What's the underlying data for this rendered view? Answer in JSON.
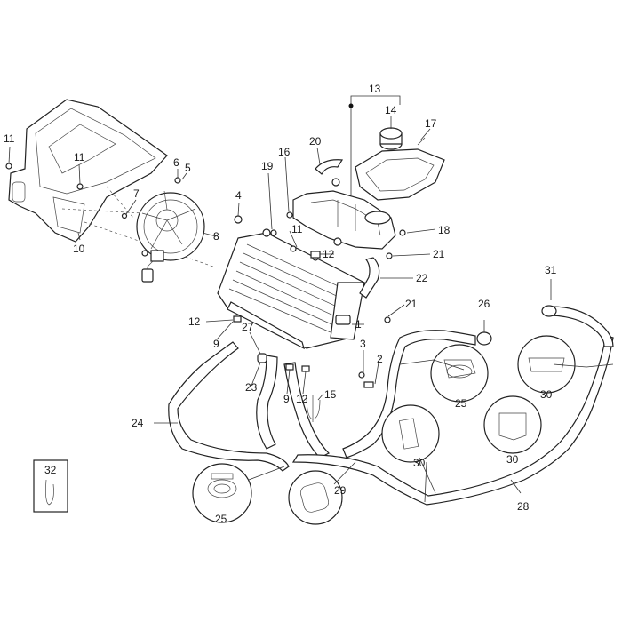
{
  "callouts": {
    "c1": "1",
    "c2": "2",
    "c3": "3",
    "c4": "4",
    "c5": "5",
    "c6": "6",
    "c7": "7",
    "c8": "8",
    "c9a": "9",
    "c9b": "9",
    "c10": "10",
    "c11a": "11",
    "c11b": "11",
    "c11c": "11",
    "c12a": "12",
    "c12b": "12",
    "c12c": "12",
    "c13": "13",
    "c14": "14",
    "c15": "15",
    "c16": "16",
    "c17": "17",
    "c18": "18",
    "c19": "19",
    "c20": "20",
    "c21a": "21",
    "c21b": "21",
    "c22": "22",
    "c23": "23",
    "c24": "24",
    "c25a": "25",
    "c25b": "25",
    "c26": "26",
    "c27": "27",
    "c28": "28",
    "c29": "29",
    "c30a": "30",
    "c30b": "30",
    "c30c": "30",
    "c31": "31",
    "c32": "32"
  }
}
